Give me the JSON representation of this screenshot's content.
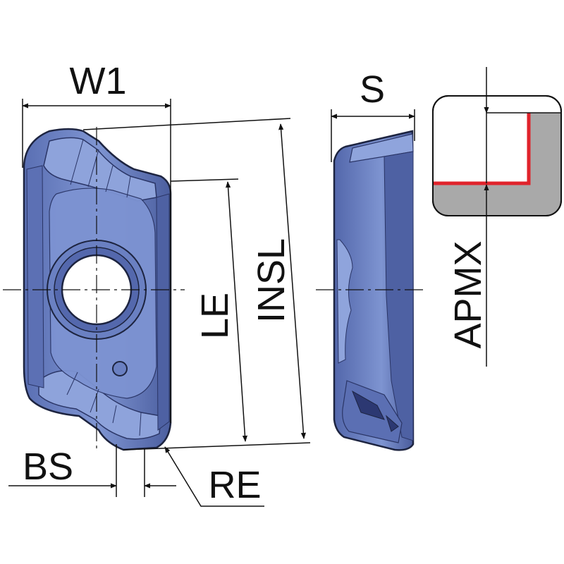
{
  "labels": {
    "w1": "W1",
    "s": "S",
    "le": "LE",
    "insl": "INSL",
    "apmx": "APMX",
    "bs": "BS",
    "re": "RE"
  },
  "colors": {
    "insert_body": "#6f86c8",
    "insert_dark": "#3d4f8f",
    "insert_light": "#8fa4dc",
    "outline": "#1d2440",
    "cut_edge": "#e0232b",
    "shoulder_fill": "#a9a9a9",
    "dim_line": "#111111"
  }
}
